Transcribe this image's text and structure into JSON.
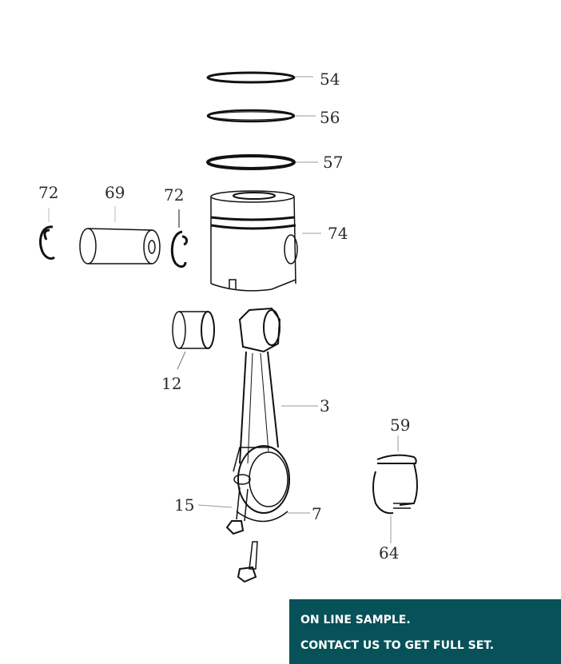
{
  "diagram": {
    "title": "Piston and connecting rod assembly (exploded view)",
    "parts": [
      {
        "callout": "54",
        "name": "piston-ring-top"
      },
      {
        "callout": "56",
        "name": "piston-ring-second"
      },
      {
        "callout": "57",
        "name": "oil-control-ring"
      },
      {
        "callout": "72",
        "name": "retaining-ring-left"
      },
      {
        "callout": "69",
        "name": "piston-pin"
      },
      {
        "callout": "72",
        "name": "retaining-ring-right"
      },
      {
        "callout": "74",
        "name": "piston"
      },
      {
        "callout": "12",
        "name": "pin-bushing"
      },
      {
        "callout": "3",
        "name": "connecting-rod"
      },
      {
        "callout": "15",
        "name": "rod-bolt"
      },
      {
        "callout": "7",
        "name": "rod-cap"
      },
      {
        "callout": "59",
        "name": "bearing-shell-upper"
      },
      {
        "callout": "64",
        "name": "bearing-shell-lower"
      }
    ]
  },
  "banner": {
    "line1": "ON LINE SAMPLE.",
    "line2": "CONTACT US TO GET FULL SET.",
    "background": "#075158"
  }
}
